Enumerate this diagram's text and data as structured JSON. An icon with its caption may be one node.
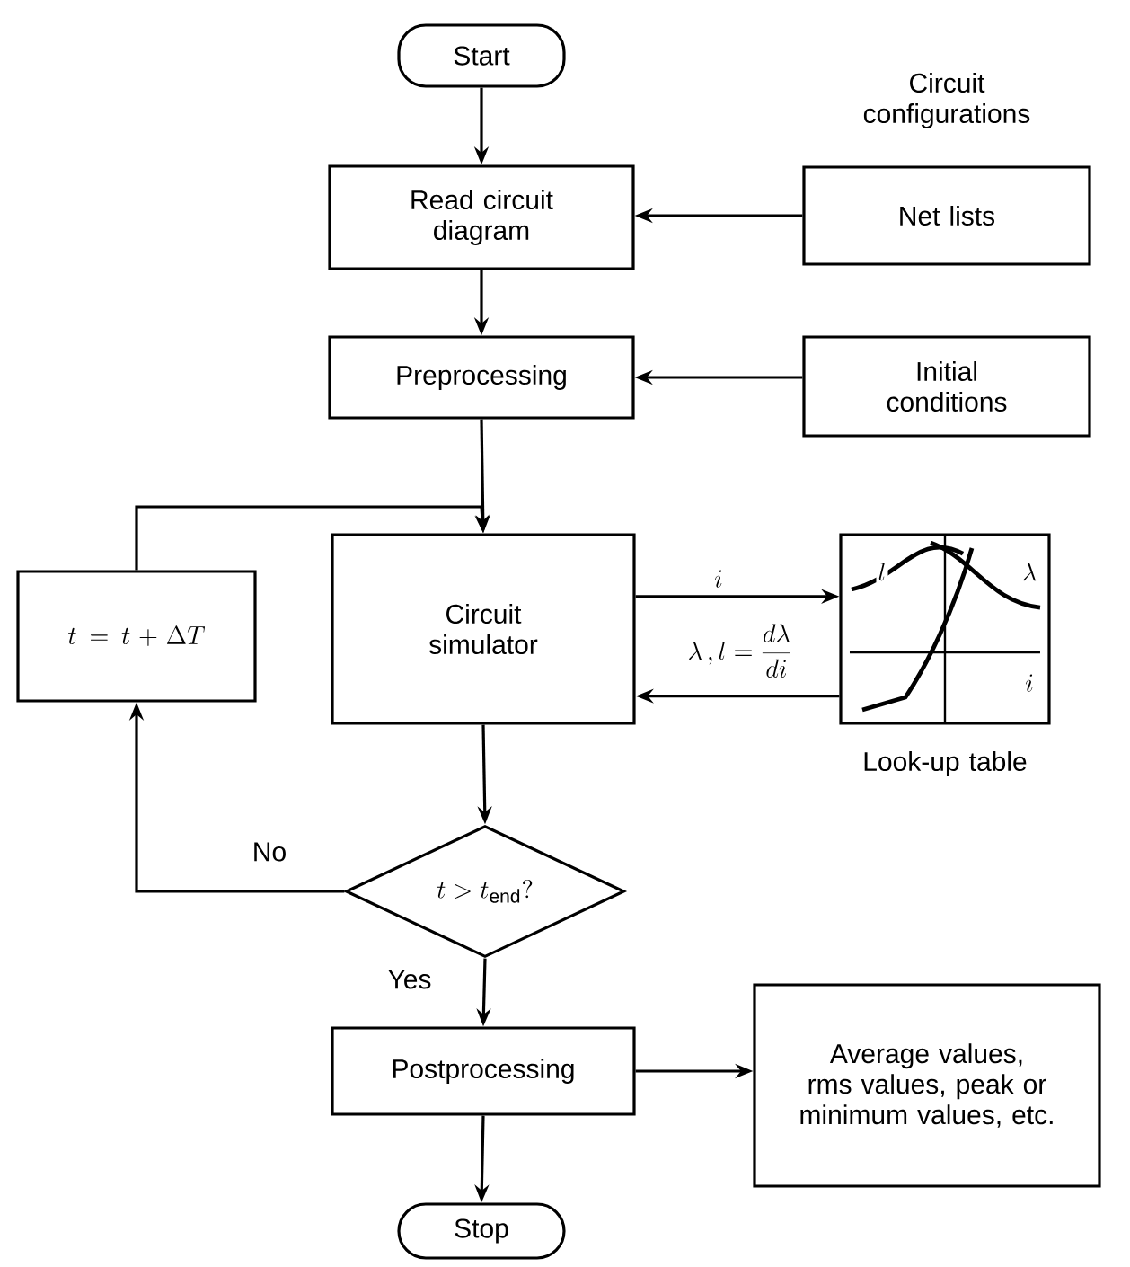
{
  "diagram": {
    "nodes": [
      {
        "text": [
          "Start"
        ]
      },
      {
        "text": [
          "Read circuit diagram"
        ]
      },
      {
        "text": [
          "Net lists"
        ],
        "beside": [
          "Circuit configurations"
        ]
      },
      {
        "text": [
          "Preprocessing"
        ]
      },
      {
        "text": [
          "Initial conditions"
        ]
      },
      {
        "text": [
          "t = t + \\Delta T"
        ]
      },
      {
        "text": [
          "Circuit simulator"
        ]
      },
      {
        "text": [
          "l",
          "\\lambda",
          "i"
        ],
        "beside": [
          "Look-up table"
        ]
      },
      {
        "text": [
          "t > t_{\\mathrm{end}}?"
        ]
      },
      {
        "text": [
          "Postprocessing"
        ]
      },
      {
        "text": [
          "Average values, rms values, peak or minimum values, etc."
        ]
      },
      {
        "text": [
          "Stop"
        ]
      }
    ],
    "edges": [
      {
        "from": 0,
        "to": 1,
        "arrow": "to"
      },
      {
        "from": 2,
        "to": 1,
        "arrow": "to"
      },
      {
        "from": 1,
        "to": 3,
        "arrow": "to"
      },
      {
        "from": 4,
        "to": 3,
        "arrow": "to"
      },
      {
        "from": 3,
        "to": 6,
        "arrow": "to"
      },
      {
        "from": 5,
        "to": 6,
        "arrow": "to"
      },
      {
        "from": 6,
        "to": 7,
        "arrow": "to",
        "label": "i"
      },
      {
        "from": 7,
        "to": 6,
        "arrow": "to",
        "label": "\\lambda\\,, l = \\frac{d\\lambda}{di}"
      },
      {
        "from": 6,
        "to": 8,
        "arrow": "to"
      },
      {
        "from": 8,
        "to": 5,
        "arrow": "to",
        "label": "No"
      },
      {
        "from": 8,
        "to": 9,
        "arrow": "to",
        "label": "Yes"
      },
      {
        "from": 9,
        "to": 10,
        "arrow": "to"
      },
      {
        "from": 9,
        "to": 11,
        "arrow": "to"
      }
    ]
  }
}
